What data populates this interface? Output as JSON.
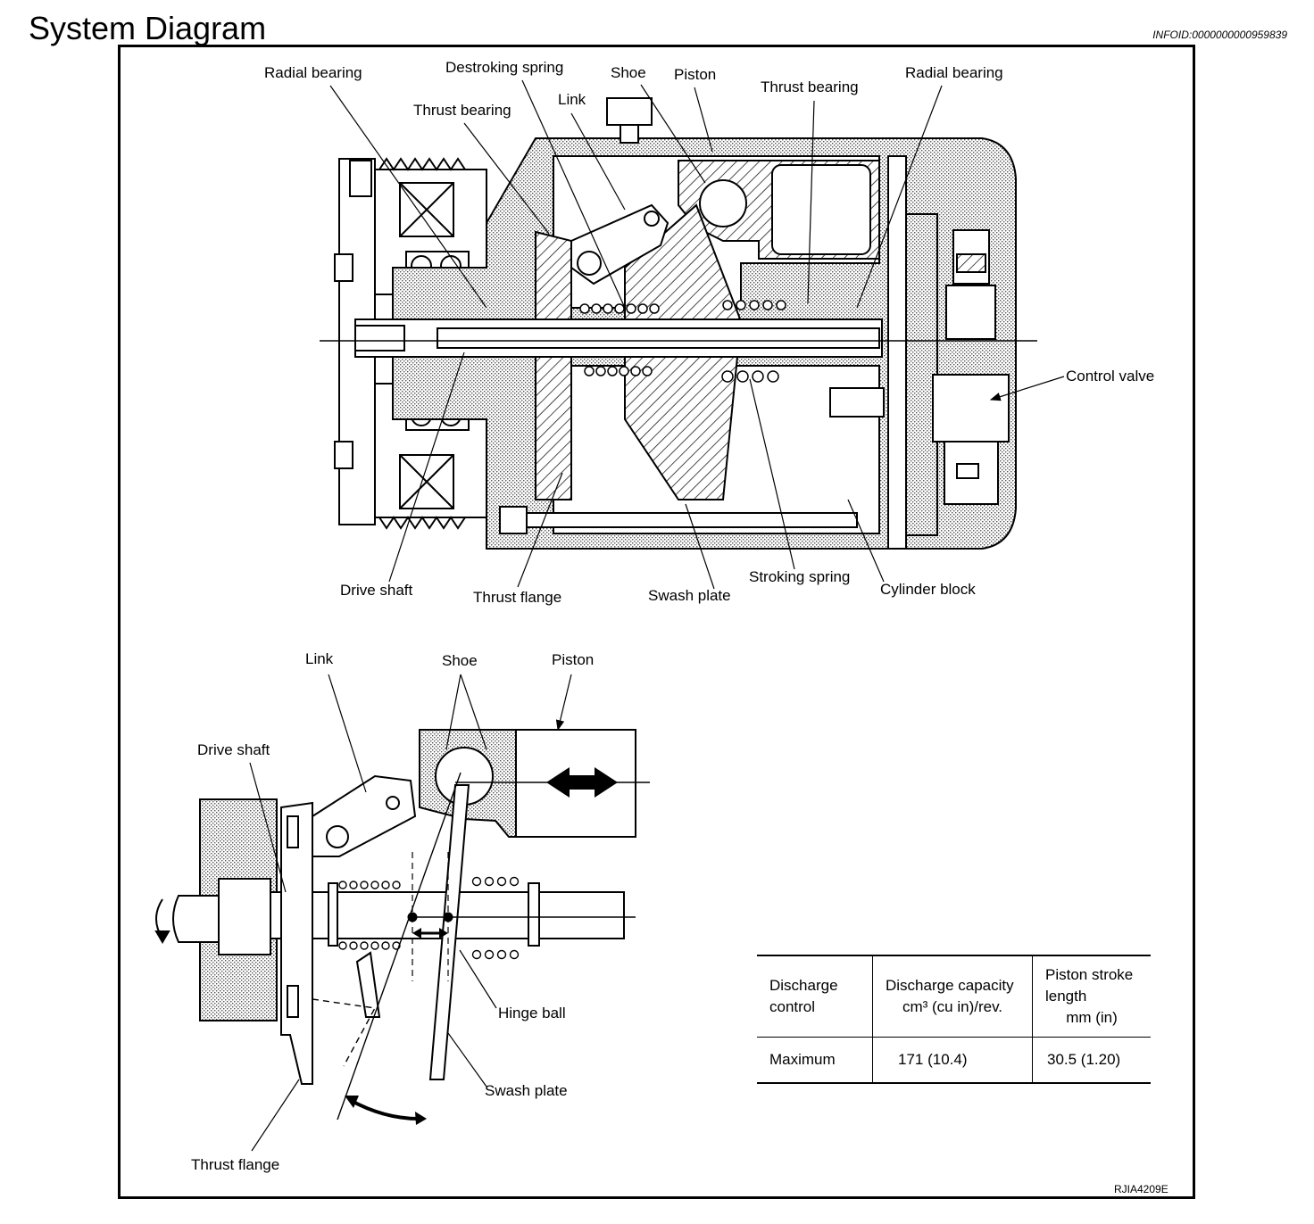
{
  "header": {
    "title": "System Diagram",
    "infoid": "INFOID:0000000000959839"
  },
  "top_diagram": {
    "labels": {
      "radial_bearing_left": "Radial bearing",
      "destroking_spring": "Destroking spring",
      "shoe": "Shoe",
      "piston": "Piston",
      "thrust_bearing_right": "Thrust bearing",
      "radial_bearing_right": "Radial bearing",
      "link": "Link",
      "thrust_bearing_left": "Thrust bearing",
      "control_valve": "Control valve",
      "drive_shaft": "Drive shaft",
      "thrust_flange": "Thrust flange",
      "swash_plate": "Swash plate",
      "stroking_spring": "Stroking spring",
      "cylinder_block": "Cylinder block"
    }
  },
  "bottom_diagram": {
    "labels": {
      "link": "Link",
      "shoe": "Shoe",
      "piston": "Piston",
      "drive_shaft": "Drive shaft",
      "hinge_ball": "Hinge ball",
      "swash_plate": "Swash plate",
      "thrust_flange": "Thrust flange"
    }
  },
  "spec_table": {
    "headers": {
      "col1": "Discharge control",
      "col2": "Discharge capacity",
      "col2_unit": "cm³ (cu in)/rev.",
      "col3": "Piston stroke length",
      "col3_unit": "mm (in)"
    },
    "rows": [
      {
        "control": "Maximum",
        "capacity": "171 (10.4)",
        "stroke": "30.5 (1.20)"
      }
    ]
  },
  "footer": {
    "code": "RJIA4209E"
  }
}
